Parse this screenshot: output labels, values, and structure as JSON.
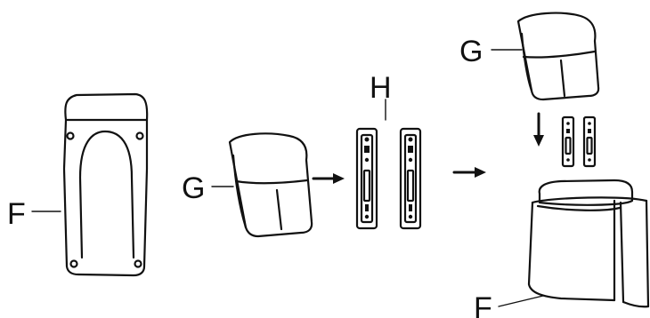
{
  "labels": {
    "f_left": "F",
    "g_middle": "G",
    "h_brackets": "H",
    "g_right": "G",
    "f_right": "F"
  },
  "icons": {
    "arrow_1": "arrow-right-icon",
    "arrow_2": "arrow-right-icon",
    "arrow_3": "arrow-down-icon"
  },
  "colors": {
    "ink": "#111111",
    "background": "#ffffff"
  }
}
